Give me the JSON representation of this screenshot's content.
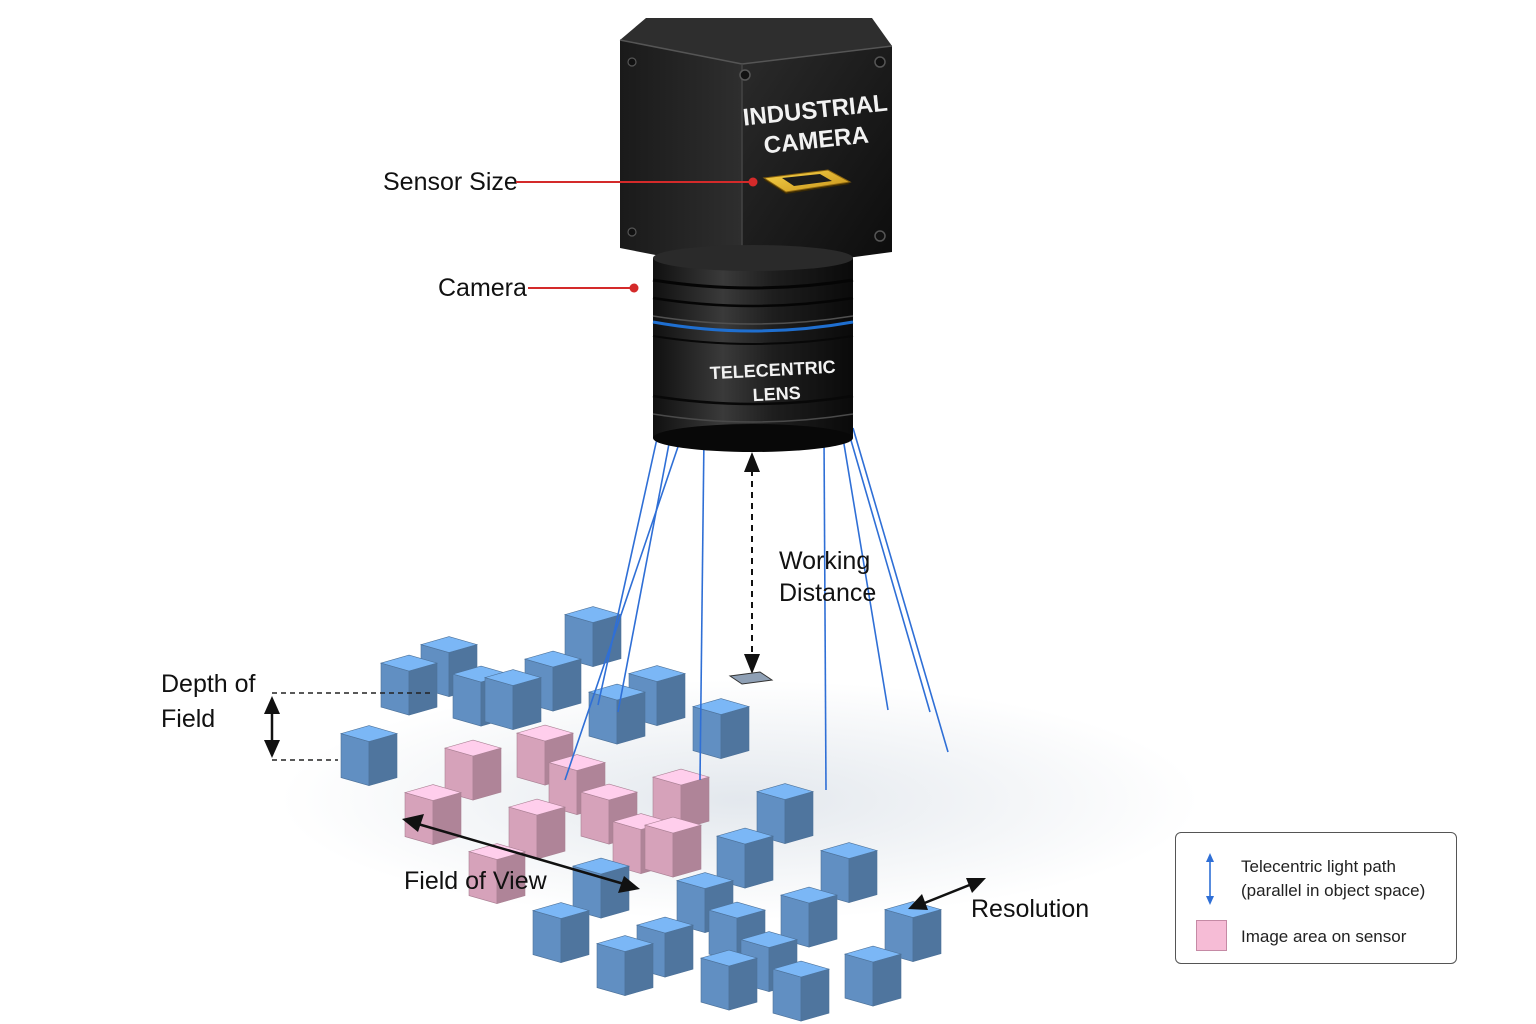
{
  "camera": {
    "body_text_line1": "INDUSTRIAL",
    "body_text_line2": "CAMERA",
    "lens_text_line1": "TELECENTRIC",
    "lens_text_line2": "LENS"
  },
  "callouts": {
    "sensor_size": "Sensor Size",
    "camera": "Camera",
    "working_distance_line1": "Working",
    "working_distance_line2": "Distance",
    "depth_of_field_line1": "Depth of",
    "depth_of_field_line2": "Field",
    "field_of_view": "Field of View",
    "resolution": "Resolution"
  },
  "legend": {
    "light_path_line1": "Telecentric light path",
    "light_path_line2": "(parallel in object space)",
    "image_area": "Image area on sensor"
  },
  "colors": {
    "cube_blue": "#6ea3dc",
    "cube_pink": "#f3b8d3",
    "light_ray": "#2f6fd6",
    "callout_red": "#d42a2a",
    "lens_ring_blue": "#1f6fd0"
  }
}
